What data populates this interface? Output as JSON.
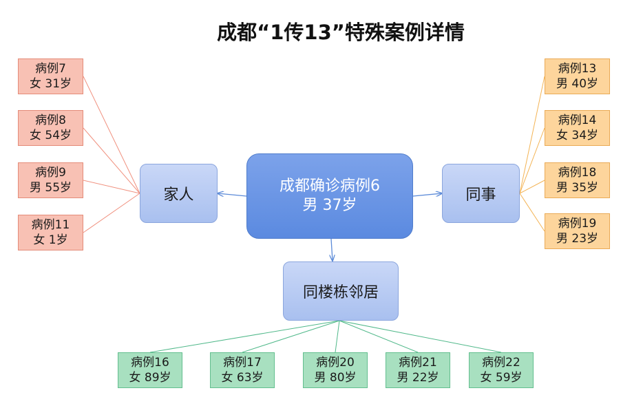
{
  "title": "成都“1传13”特殊案例详情",
  "center": {
    "line1": "成都确诊病例6",
    "line2": "男 37岁"
  },
  "groups": {
    "family": "家人",
    "colleagues": "同事",
    "neighbors": "同楼栋邻居"
  },
  "family_cases": [
    {
      "id": "病例7",
      "info": "女 31岁"
    },
    {
      "id": "病例8",
      "info": "女 54岁"
    },
    {
      "id": "病例9",
      "info": "男 55岁"
    },
    {
      "id": "病例11",
      "info": "女 1岁"
    }
  ],
  "colleague_cases": [
    {
      "id": "病例13",
      "info": "男 40岁"
    },
    {
      "id": "病例14",
      "info": "女 34岁"
    },
    {
      "id": "病例18",
      "info": "男 35岁"
    },
    {
      "id": "病例19",
      "info": "男 23岁"
    }
  ],
  "neighbor_cases": [
    {
      "id": "病例16",
      "info": "女 89岁"
    },
    {
      "id": "病例17",
      "info": "女 63岁"
    },
    {
      "id": "病例20",
      "info": "男 80岁"
    },
    {
      "id": "病例21",
      "info": "男 22岁"
    },
    {
      "id": "病例22",
      "info": "女 59岁"
    }
  ],
  "colors": {
    "family_line": "#f0907e",
    "colleague_line": "#f3b354",
    "neighbor_line": "#4fb889",
    "arrow": "#5b8ad8"
  }
}
